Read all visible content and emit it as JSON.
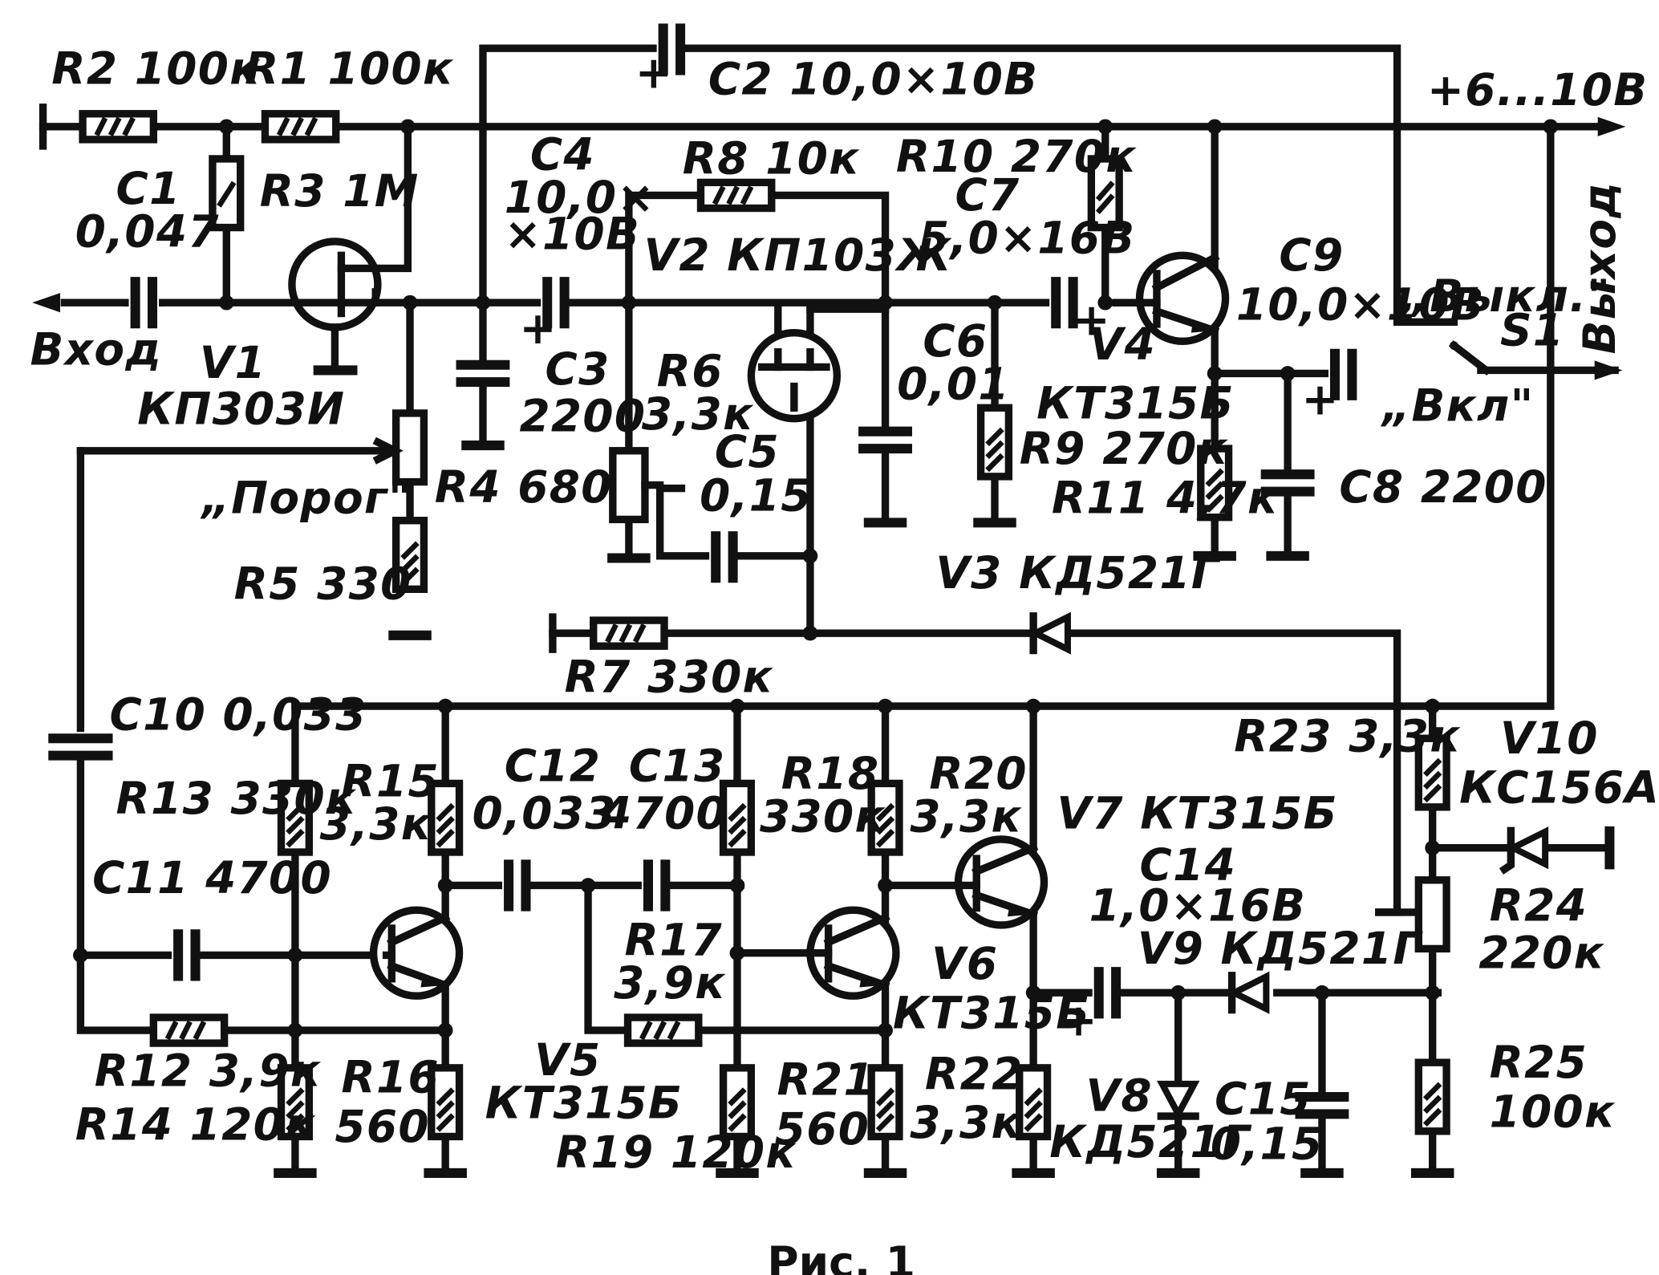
{
  "figure": {
    "caption": "Рис. 1"
  },
  "ports": {
    "input": "Вход",
    "output": "Выход",
    "supply": "+6...10В",
    "switch_off": "„Выкл.\"",
    "switch_on": "„Вкл\"",
    "switch_ref": "S1",
    "threshold": "„Порог\""
  },
  "components": {
    "R2": "R2 100к",
    "R1": "R1 100к",
    "R3": "R3 1М",
    "C1_ref": "C1",
    "C1_val": "0,047",
    "C2": "C2 10,0×10В",
    "C4_ref": "C4",
    "C4_val1": "10,0×",
    "C4_val2": "×10В",
    "R8": "R8 10к",
    "R10": "R10 270к",
    "C7_ref": "C7",
    "C7_val": "5,0×16В",
    "V2": "V2 КП103Ж",
    "V1_ref": "V1",
    "V1_type": "КП303И",
    "C3_ref": "C3",
    "C3_val": "2200",
    "R6_ref": "R6",
    "R6_val": "3,3к",
    "C5_ref": "C5",
    "C5_val": "0,15",
    "C6_ref": "C6",
    "C6_val": "0,01",
    "V4_ref": "V4",
    "V4_type": "КТ315Б",
    "R9": "R9 270к",
    "C9_ref": "C9",
    "C9_val": "10,0×10В",
    "R11": "R11 4,7к",
    "C8": "C8 2200",
    "R4": "R4 680",
    "R5": "R5 330",
    "V3": "V3 КД521Г",
    "R7": "R7 330к",
    "C10": "C10 0,033",
    "R23": "R23 3,3к",
    "V10_ref": "V10",
    "V10_type": "КС156А",
    "R13": "R13 330к",
    "R15_ref": "R15",
    "R15_val": "3,3к",
    "C12_ref": "C12",
    "C12_val": "0,033",
    "C13_ref": "C13",
    "C13_val": "4700",
    "R18_ref": "R18",
    "R18_val": "330к",
    "R20_ref": "R20",
    "R20_val": "3,3к",
    "V7": "V7 КТ315Б",
    "C14_ref": "C14",
    "C14_val": "1,0×16В",
    "C11": "C11 4700",
    "R17_ref": "R17",
    "R17_val": "3,9к",
    "V9": "V9 КД521Г",
    "R24_ref": "R24",
    "R24_val": "220к",
    "V6_ref": "V6",
    "V6_type": "КТ315Б",
    "R12": "R12 3,9к",
    "R14": "R14 120к",
    "R16_ref": "R16",
    "R16_val": "560",
    "V5_ref": "V5",
    "V5_type": "КТ315Б",
    "R19": "R19 120к",
    "R21_ref": "R21",
    "R21_val": "560",
    "R22_ref": "R22",
    "R22_val": "3,3к",
    "V8_ref": "V8",
    "V8_type": "КД521Г",
    "C15_ref": "C15",
    "C15_val": "0,15",
    "R25_ref": "R25",
    "R25_val": "100к"
  }
}
